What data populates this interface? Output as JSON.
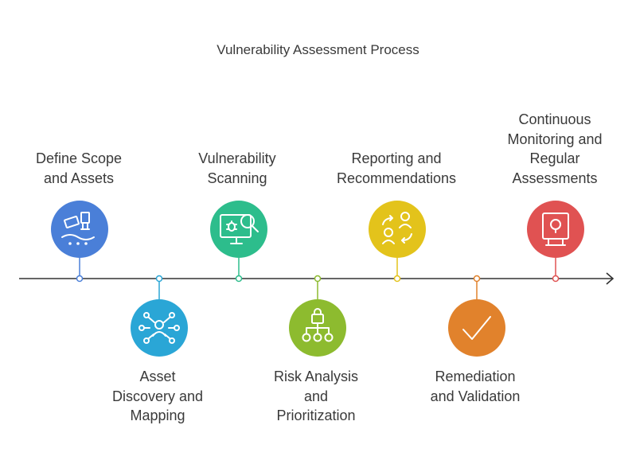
{
  "title": "Vulnerability Assessment Process",
  "steps": [
    {
      "lines": [
        "Define Scope",
        "and Assets"
      ],
      "position": "top",
      "color": "#4A7FD8",
      "icon": "telescope-icon"
    },
    {
      "lines": [
        "Asset",
        "Discovery and",
        "Mapping"
      ],
      "position": "bottom",
      "color": "#2AA6D6",
      "icon": "network-user-icon"
    },
    {
      "lines": [
        "Vulnerability",
        "Scanning"
      ],
      "position": "top",
      "color": "#2DBD8C",
      "icon": "monitor-bug-scan-icon"
    },
    {
      "lines": [
        "Risk Analysis",
        "and",
        "Prioritization"
      ],
      "position": "bottom",
      "color": "#8DBB2F",
      "icon": "lock-hierarchy-icon"
    },
    {
      "lines": [
        "Reporting and",
        "Recommendations"
      ],
      "position": "top",
      "color": "#E3C31B",
      "icon": "people-exchange-icon"
    },
    {
      "lines": [
        "Remediation",
        "and Validation"
      ],
      "position": "bottom",
      "color": "#E1822C",
      "icon": "checkmark-icon"
    },
    {
      "lines": [
        "Continuous",
        "Monitoring and",
        "Regular",
        "Assessments"
      ],
      "position": "top",
      "color": "#E05252",
      "icon": "monitoring-screen-icon"
    }
  ]
}
